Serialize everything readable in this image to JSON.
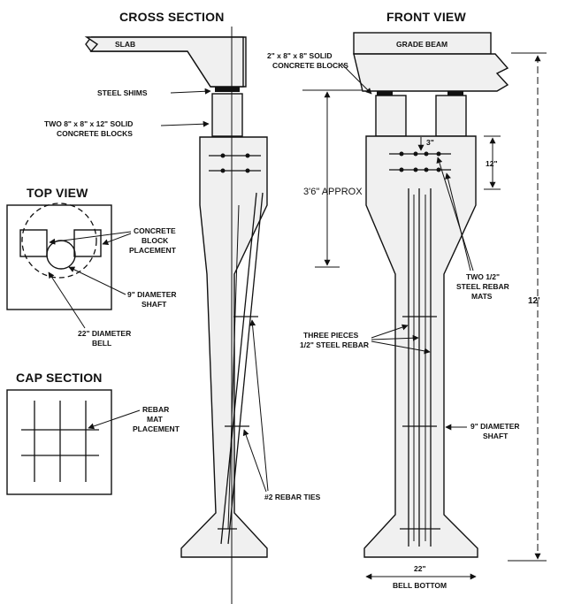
{
  "headings": {
    "cross_section": "CROSS SECTION",
    "front_view": "FRONT VIEW",
    "top_view": "TOP VIEW",
    "cap_section": "CAP SECTION"
  },
  "labels": {
    "slab": "SLAB",
    "steel_shims": "STEEL SHIMS",
    "two_blocks_1": "TWO 8\" x 8\" x 12\" SOLID",
    "two_blocks_2": "CONCRETE BLOCKS",
    "grade_beam": "GRADE BEAM",
    "solid_blocks_1": "2\" x 8\" x 8\" SOLID",
    "solid_blocks_2": "CONCRETE BLOCKS",
    "approx": "3'6\" APPROX",
    "dim_3": "3\"",
    "dim_12in": "12\"",
    "dim_12ft": "12'",
    "block_place_1": "CONCRETE",
    "block_place_2": "BLOCK",
    "block_place_3": "PLACEMENT",
    "shaft_1": "9\" DIAMETER",
    "shaft_2": "SHAFT",
    "bell_1": "22\" DIAMETER",
    "bell_2": "BELL",
    "mats_1": "TWO 1/2\"",
    "mats_2": "STEEL REBAR",
    "mats_3": "MATS",
    "three_1": "THREE PIECES",
    "three_2": "1/2\" STEEL REBAR",
    "rebar_mat_1": "REBAR",
    "rebar_mat_2": "MAT",
    "rebar_mat_3": "PLACEMENT",
    "shaft9_1": "9\" DIAMETER",
    "shaft9_2": "SHAFT",
    "rebar_ties": "#2 REBAR TIES",
    "bell_dim": "22\"",
    "bell_bottom": "BELL BOTTOM"
  }
}
